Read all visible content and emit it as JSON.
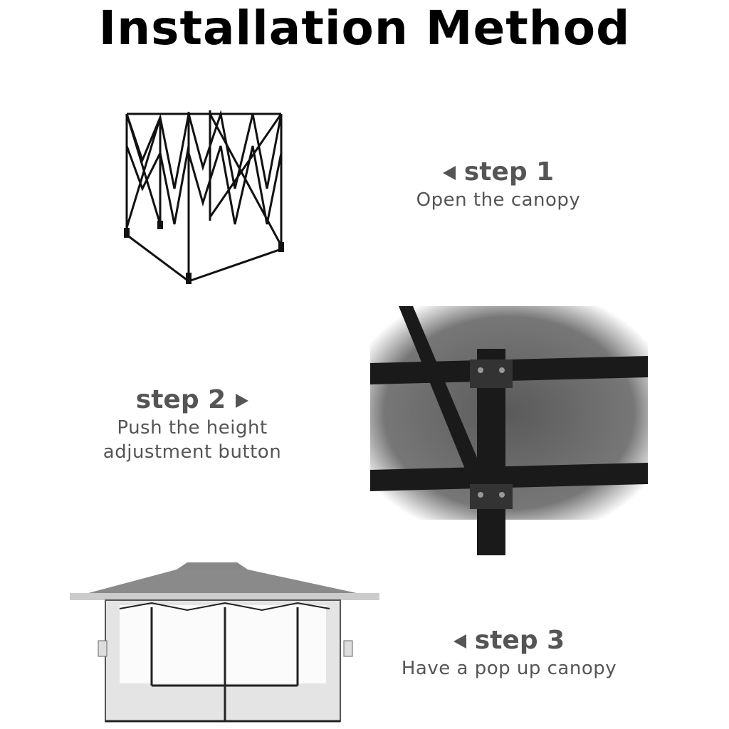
{
  "title": "Installation Method",
  "steps": [
    {
      "heading": "step 1",
      "description": "Open the canopy",
      "arrow": "left"
    },
    {
      "heading": "step 2",
      "description_lines": [
        "Push the height",
        "adjustment button"
      ],
      "arrow": "right"
    },
    {
      "heading": "step 3",
      "description": "Have a pop up canopy",
      "arrow": "left"
    }
  ]
}
